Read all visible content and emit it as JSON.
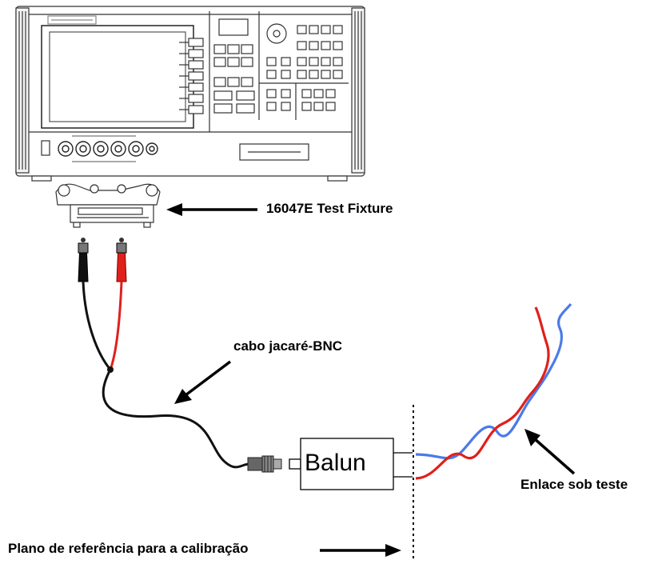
{
  "labels": {
    "test_fixture": "16047E Test Fixture",
    "cable": "cabo jacaré-BNC",
    "balun": "Balun",
    "link_under_test": "Enlace sob teste",
    "reference_plane": "Plano de referência para a calibração"
  },
  "colors": {
    "red_wire": "#e0201c",
    "blue_wire": "#4a7be8",
    "black_wire": "#111111",
    "instrument_line": "#333333"
  },
  "icons": {
    "instrument": "impedance-analyzer",
    "fixture": "test-fixture",
    "arrows": "arrow-icon"
  }
}
